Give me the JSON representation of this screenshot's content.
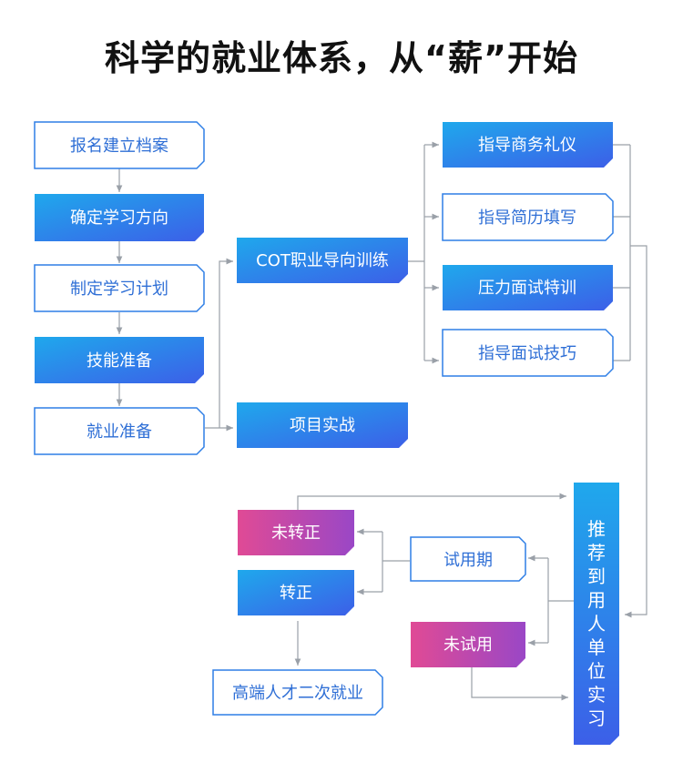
{
  "title": "科学的就业体系，从“薪”开始",
  "colors": {
    "accent_blue": "#2f7fe6",
    "gradient_blue_start": "#20a3ea",
    "gradient_blue_end": "#3a63e8",
    "gradient_pink_start": "#e04a95",
    "gradient_pink_end": "#9d46c4",
    "outline_text": "#2f6fd6",
    "arrow": "#9aa0a8"
  },
  "nodes": {
    "enroll": "报名建立档案",
    "direction": "确定学习方向",
    "plan": "制定学习计划",
    "skills": "技能准备",
    "employ_prep": "就业准备",
    "cot": "COT职业导向训练",
    "project": "项目实战",
    "etiquette": "指导商务礼仪",
    "resume": "指导简历填写",
    "pressure": "压力面试特训",
    "interview": "指导面试技巧",
    "recommend": "推荐到用人单位实习",
    "trial": "试用期",
    "no_trial": "未试用",
    "not_regular": "未转正",
    "regular": "转正",
    "reemploy": "高端人才二次就业"
  }
}
